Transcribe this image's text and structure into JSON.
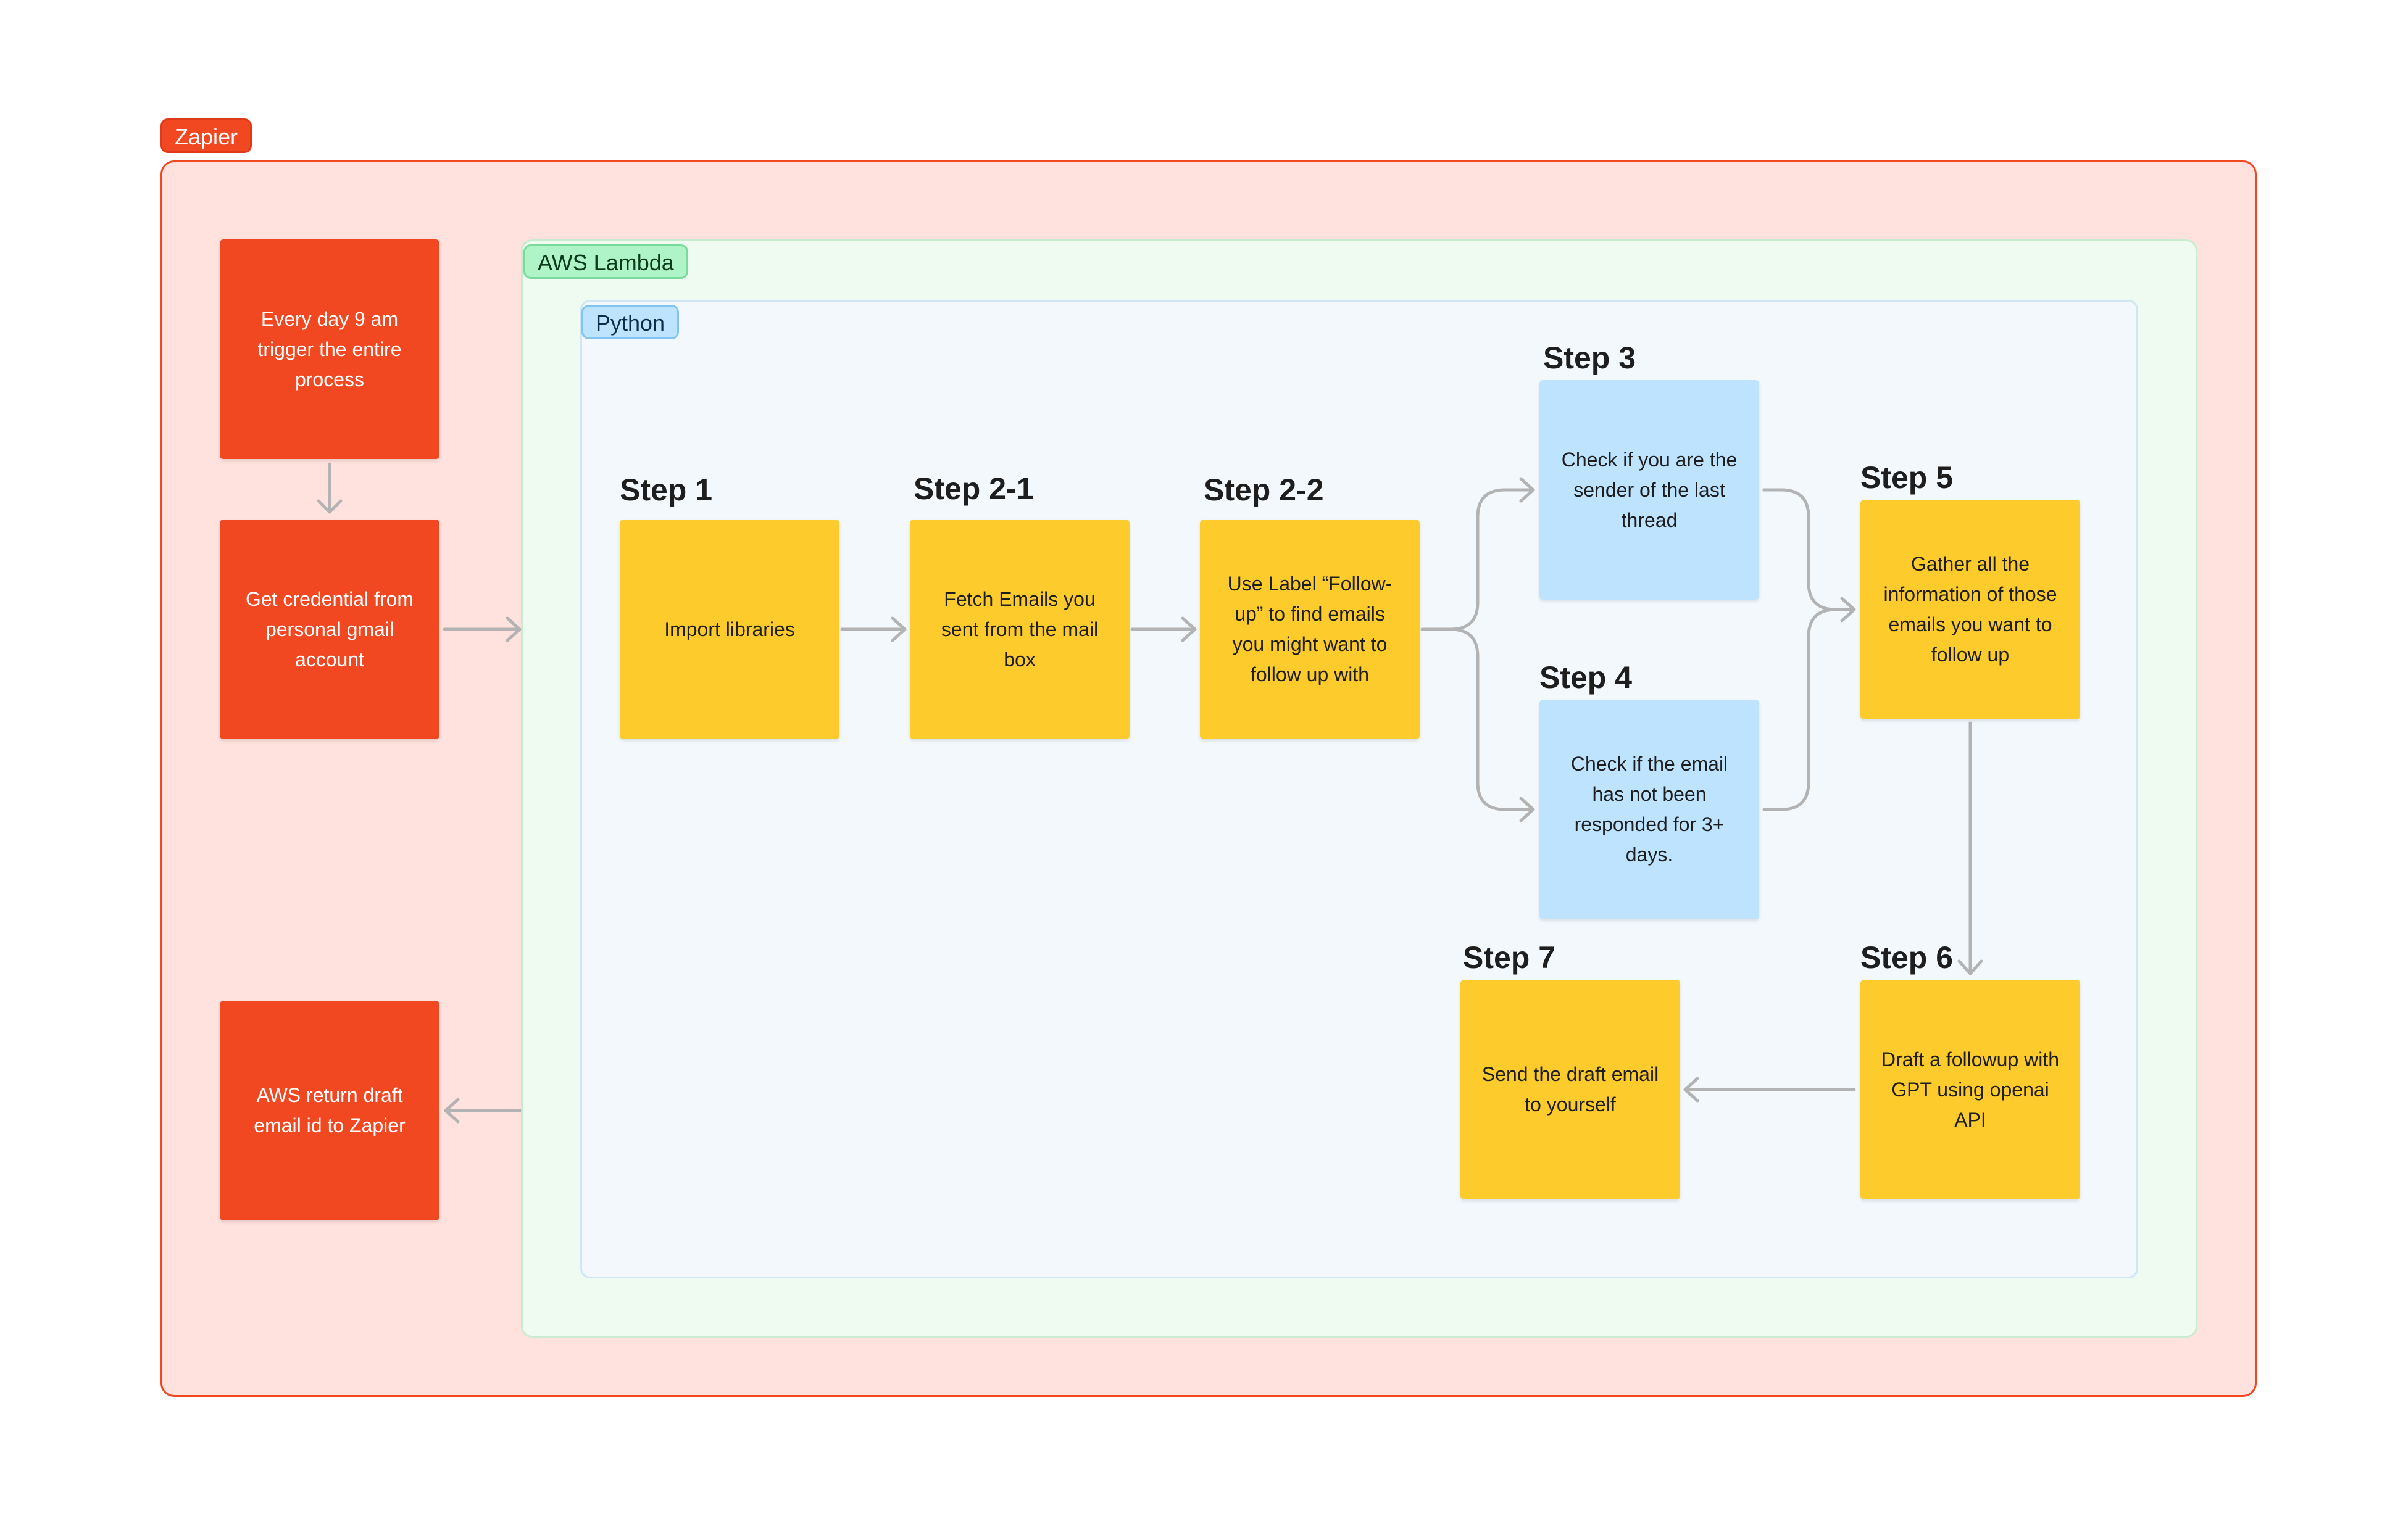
{
  "frames": {
    "zapier": "Zapier",
    "aws_lambda": "AWS Lambda",
    "python": "Python"
  },
  "zapier_notes": {
    "trigger": "Every day 9 am trigger the entire process",
    "credential": "Get credential from personal gmail account",
    "return": "AWS return draft email id to Zapier"
  },
  "steps": {
    "step1": {
      "label": "Step 1",
      "text": "Import libraries"
    },
    "step2_1": {
      "label": "Step 2-1",
      "text": "Fetch Emails you sent from the mail box"
    },
    "step2_2": {
      "label": "Step 2-2",
      "text": "Use Label “Follow-up” to find emails you might want to follow up with"
    },
    "step3": {
      "label": "Step 3",
      "text": "Check if you are the sender of the last thread"
    },
    "step4": {
      "label": "Step 4",
      "text": "Check if the email has not been responded for 3+ days."
    },
    "step5": {
      "label": "Step 5",
      "text": "Gather all the information of those emails you want to follow up"
    },
    "step6": {
      "label": "Step 6",
      "text": "Draft a followup with GPT using openai API"
    },
    "step7": {
      "label": "Step 7",
      "text": "Send the draft email to yourself"
    }
  },
  "colors": {
    "zapier_frame": "#ffe1dd",
    "zapier_accent": "#f24822",
    "lambda_frame": "#effaf0",
    "python_frame": "#f3f8fd",
    "sticky_yellow": "#fdcb2c",
    "sticky_blue": "#bde3ff",
    "connector": "#b3b3b3"
  }
}
